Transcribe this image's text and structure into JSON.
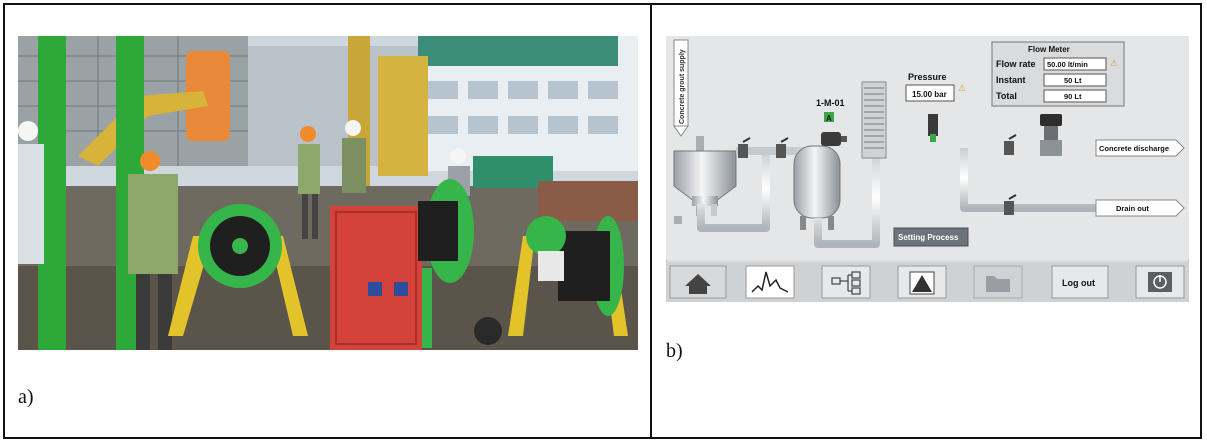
{
  "captions": {
    "a": "a)",
    "b": "b)"
  },
  "hmi": {
    "vertical_label": "Concrete grout supply",
    "motor_id": "1-M-01",
    "motor_state": "A",
    "pressure": {
      "label": "Pressure",
      "value": "15.00 bar"
    },
    "flow_meter": {
      "title": "Flow Meter",
      "rows": [
        {
          "label": "Flow rate",
          "value": "50.00 lt/min"
        },
        {
          "label": "Instant",
          "value": "50 Lt"
        },
        {
          "label": "Total",
          "value": "90 Lt"
        }
      ]
    },
    "outputs": {
      "concrete_discharge": "Concrete discharge",
      "drain_out": "Drain out"
    },
    "setting_process_label": "Setting Process",
    "nav": {
      "logout_label": "Log out"
    },
    "icons": [
      "home-icon",
      "trend-chart-icon",
      "process-diagram-icon",
      "alarm-warning-icon",
      "folder-icon",
      "power-icon"
    ]
  },
  "photo": {
    "description_icons": [
      "hose-reel-icon",
      "electrical-cabinet-icon",
      "worker-icon",
      "excavator-icon",
      "building-icon"
    ]
  }
}
